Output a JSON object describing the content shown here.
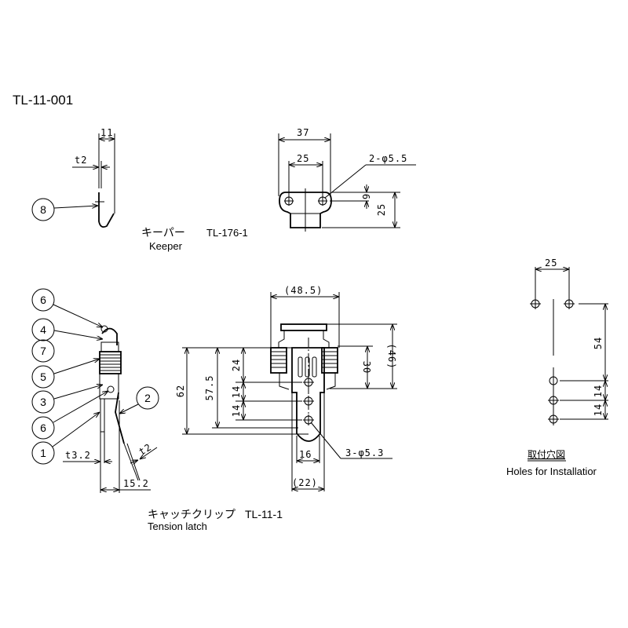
{
  "title": "TL-11-001",
  "keeper": {
    "name_jp": "キーパー",
    "name_en": "Keeper",
    "part_no": "TL-176-1",
    "dims": {
      "width_side": "11",
      "thickness": "t2",
      "overall": "37",
      "hole_pitch": "25",
      "holes": "2-φ5.5",
      "hole_offset": "6",
      "height": "25"
    },
    "balloon": "8"
  },
  "latch": {
    "name_jp": "キャッチクリップ",
    "part_no": "TL-11-1",
    "name_en": "Tension latch",
    "balloons": [
      "6",
      "4",
      "7",
      "5",
      "3",
      "6",
      "1",
      "2"
    ],
    "dims": {
      "overall_width": "(48.5)",
      "h62": "62",
      "h57_5": "57.5",
      "h24": "24",
      "p14a": "14",
      "p14b": "14",
      "h30": "30",
      "h46": "(46)",
      "w16": "16",
      "w22": "(22)",
      "holes": "3-φ5.3",
      "t3_2": "t3.2",
      "t2": "t2",
      "d15_2": "15.2"
    }
  },
  "holes_view": {
    "title_jp": "取付穴図",
    "title_en": "Holes for Installatior",
    "dims": {
      "pitch": "25",
      "h54": "54",
      "p14a": "14",
      "p14b": "14"
    }
  }
}
